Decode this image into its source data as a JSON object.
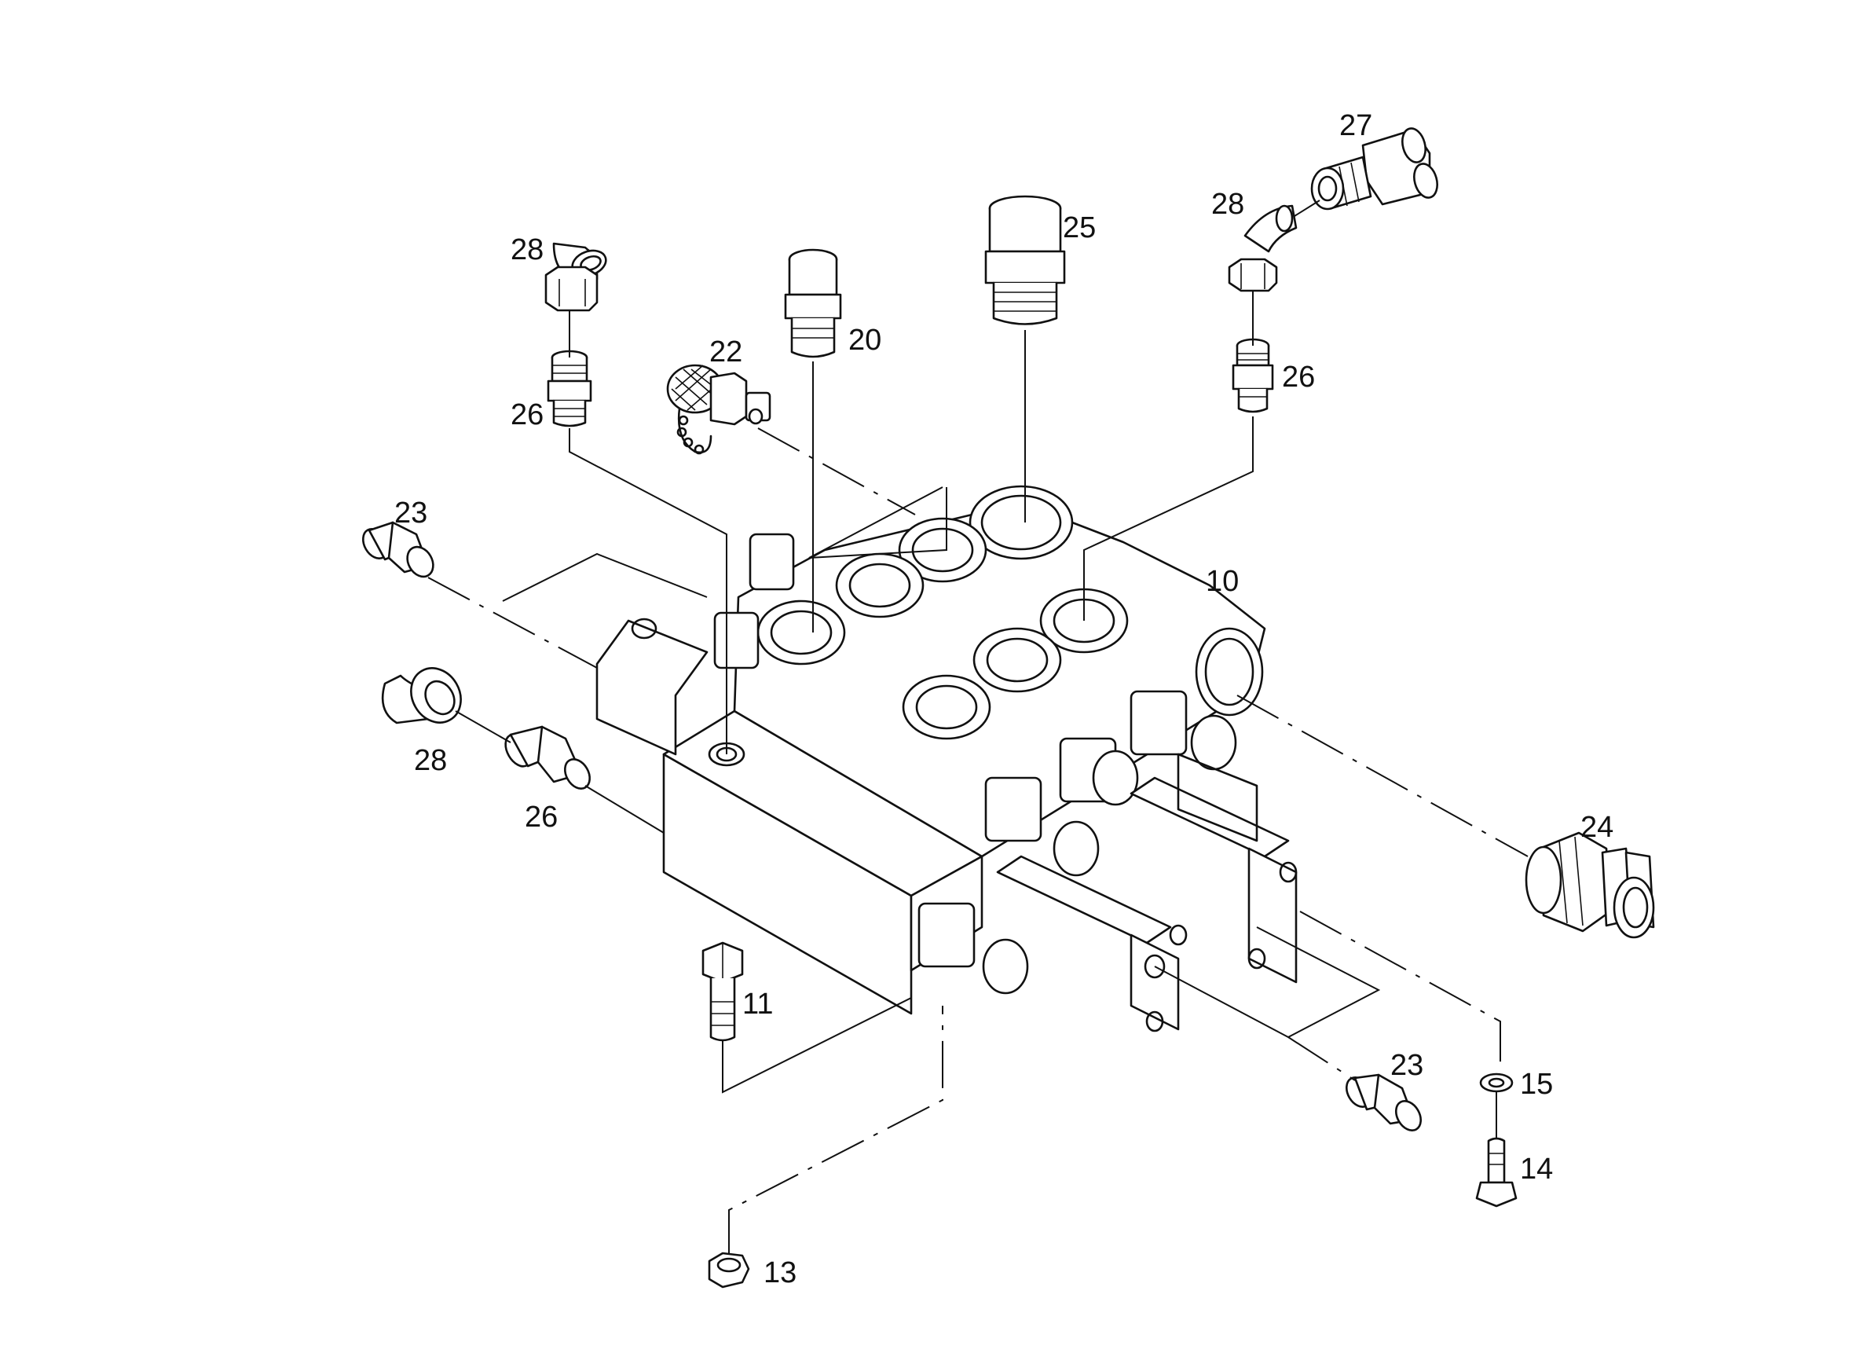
{
  "diagram": {
    "labels": {
      "p10": "10",
      "p11": "11",
      "p13": "13",
      "p14": "14",
      "p15": "15",
      "p20": "20",
      "p22": "22",
      "p23a": "23",
      "p23b": "23",
      "p24": "24",
      "p25": "25",
      "p26a": "26",
      "p26b": "26",
      "p26c": "26",
      "p27": "27",
      "p28a": "28",
      "p28b": "28",
      "p28c": "28"
    },
    "colors": {
      "line": "#111111",
      "background": "#ffffff"
    }
  }
}
